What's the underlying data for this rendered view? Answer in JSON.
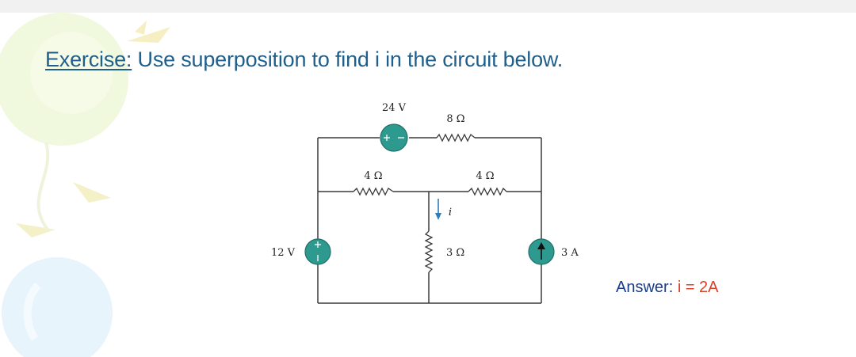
{
  "colors": {
    "heading": "#1f5f8c",
    "answer_label": "#1a3d8a",
    "answer_value": "#d9422b",
    "source_fill": "#2e9a8f",
    "wire": "#3a3a3a"
  },
  "exercise": {
    "label": "Exercise:",
    "text": " Use superposition to find i in the circuit below."
  },
  "circuit": {
    "v_top_source": "24 V",
    "r_top": "8 Ω",
    "r_mid_left": "4 Ω",
    "r_mid_right": "4 Ω",
    "current_label": "i",
    "v_left_source": "12 V",
    "r_center": "3 Ω",
    "i_source": "3 A"
  },
  "answer": {
    "label": "Answer: ",
    "value": "i = 2A"
  }
}
